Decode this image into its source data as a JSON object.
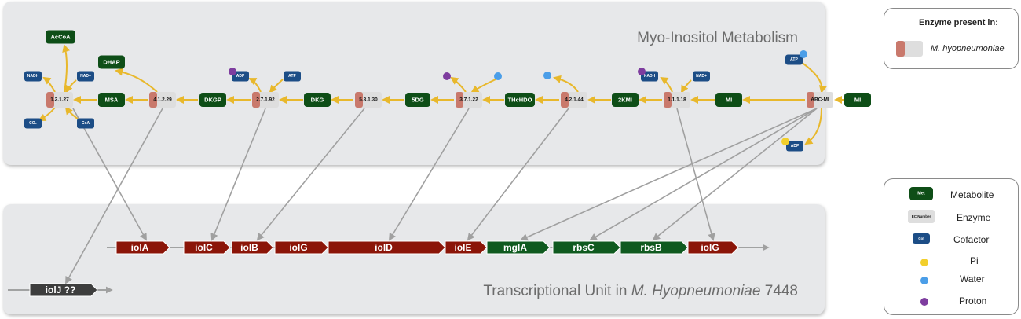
{
  "pathway_title": "Myo-Inositol Metabolism",
  "unit_title_prefix": "Transcriptional Unit in ",
  "unit_title_species": "M. Hyopneumoniae",
  "unit_title_strain": " 7448",
  "colors": {
    "metabolite": "#0e4e17",
    "enzyme_left": "#c9796c",
    "enzyme_right": "#dedede",
    "cofactor": "#1c4d86",
    "gene_red": "#8b1508",
    "gene_green": "#0f5a1f",
    "gene_dark": "#3d3d3d",
    "reaction_arrow": "#e8b82c",
    "link_arrow": "#a0a0a0",
    "pi": "#f2cf2c",
    "water": "#4b9ee8",
    "proton": "#7e3d9f"
  },
  "metabolites": [
    {
      "id": "mi_ext",
      "label": "MI"
    },
    {
      "id": "mi",
      "label": "MI"
    },
    {
      "id": "2kmi",
      "label": "2KMI"
    },
    {
      "id": "thchdo",
      "label": "THcHDO"
    },
    {
      "id": "5dg",
      "label": "5DG"
    },
    {
      "id": "dkg",
      "label": "DKG"
    },
    {
      "id": "dkgp",
      "label": "DKGP"
    },
    {
      "id": "msa",
      "label": "MSA"
    },
    {
      "id": "dhap",
      "label": "DHAP"
    },
    {
      "id": "accoa",
      "label": "AcCoA"
    }
  ],
  "enzymes": [
    {
      "id": "abc",
      "label": "ABC-MI"
    },
    {
      "id": "e111",
      "label": "1.1.1.18"
    },
    {
      "id": "e4244",
      "label": "4.2.1.44"
    },
    {
      "id": "e3722",
      "label": "3.7.1.22"
    },
    {
      "id": "e5330",
      "label": "5.3.1.30"
    },
    {
      "id": "e2792",
      "label": "2.7.1.92"
    },
    {
      "id": "e4129",
      "label": "4.1.2.29"
    },
    {
      "id": "e1227",
      "label": "1.2.1.27"
    }
  ],
  "cofactors": [
    {
      "id": "atp1",
      "label": "ATP"
    },
    {
      "id": "adp1",
      "label": "ADP"
    },
    {
      "id": "nadp1",
      "label": "NAD+"
    },
    {
      "id": "nadh1",
      "label": "NADH"
    },
    {
      "id": "atp2",
      "label": "ATP"
    },
    {
      "id": "adp2",
      "label": "ADP"
    },
    {
      "id": "nadh2",
      "label": "NADH"
    },
    {
      "id": "nadp2",
      "label": "NAD+"
    },
    {
      "id": "co2",
      "label": "CO₂"
    },
    {
      "id": "coa",
      "label": "CoA"
    }
  ],
  "small_molecules": [
    {
      "id": "w_atp",
      "kind": "water"
    },
    {
      "id": "pi_adp",
      "kind": "pi"
    },
    {
      "id": "h_111",
      "kind": "proton"
    },
    {
      "id": "w_424",
      "kind": "water"
    },
    {
      "id": "w_372",
      "kind": "water"
    },
    {
      "id": "h_372",
      "kind": "proton"
    },
    {
      "id": "h_279",
      "kind": "proton"
    }
  ],
  "genes": [
    {
      "id": "iolA",
      "label": "iolA",
      "color": "red"
    },
    {
      "id": "iolC",
      "label": "iolC",
      "color": "red"
    },
    {
      "id": "iolB",
      "label": "iolB",
      "color": "red"
    },
    {
      "id": "iolG1",
      "label": "iolG",
      "color": "red"
    },
    {
      "id": "iolD",
      "label": "iolD",
      "color": "red"
    },
    {
      "id": "iolE",
      "label": "iolE",
      "color": "red"
    },
    {
      "id": "mglA",
      "label": "mglA",
      "color": "green"
    },
    {
      "id": "rbsC",
      "label": "rbsC",
      "color": "green"
    },
    {
      "id": "rbsB",
      "label": "rbsB",
      "color": "green"
    },
    {
      "id": "iolG2",
      "label": "iolG",
      "color": "red"
    },
    {
      "id": "iolJ",
      "label": "iolJ ??",
      "color": "dark"
    }
  ],
  "links": [
    [
      "e1227",
      "iolA"
    ],
    [
      "e4129",
      "iolJ"
    ],
    [
      "e2792",
      "iolC"
    ],
    [
      "e5330",
      "iolB"
    ],
    [
      "e3722",
      "iolD"
    ],
    [
      "e4244",
      "iolE"
    ],
    [
      "abc",
      "mglA"
    ],
    [
      "abc",
      "rbsC"
    ],
    [
      "abc",
      "rbsB"
    ],
    [
      "e111",
      "iolG2"
    ]
  ],
  "legend_top": {
    "title": "Enzyme present in:",
    "species": "M. hyopneumoniae"
  },
  "legend_bottom": {
    "metabolite_icon": "Met",
    "metabolite_label": "Metabolite",
    "enzyme_icon": "EC Number",
    "enzyme_label": "Enzyme",
    "cofactor_icon": "Cof",
    "cofactor_label": "Cofactor",
    "pi_label": "Pi",
    "water_label": "Water",
    "proton_label": "Proton"
  }
}
